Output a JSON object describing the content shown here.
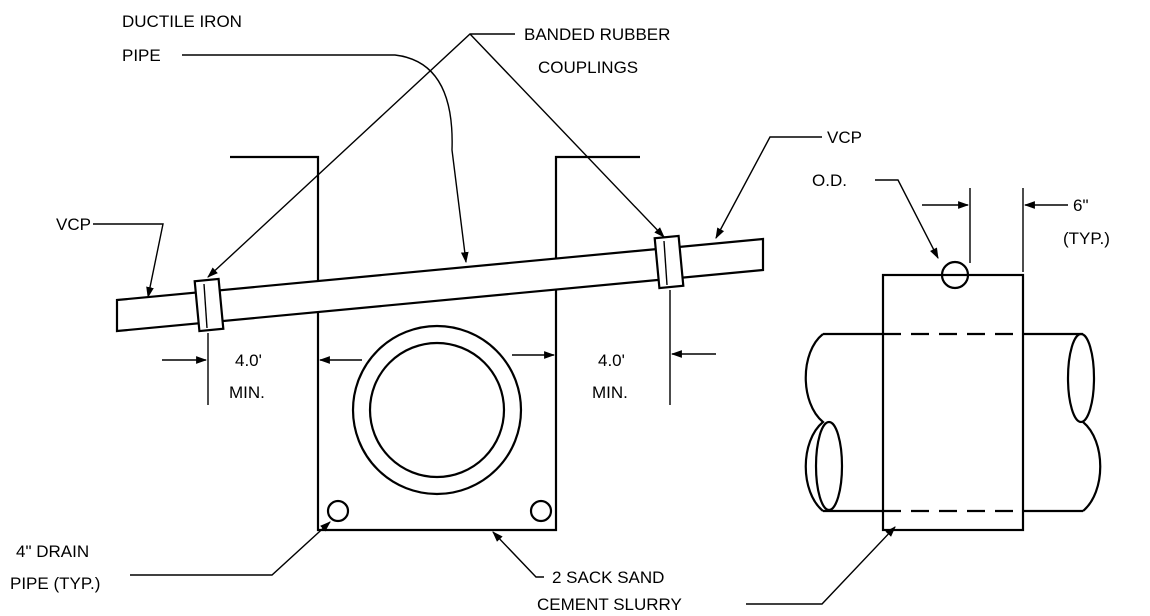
{
  "labels": {
    "ductile_iron_line1": "DUCTILE IRON",
    "ductile_iron_line2": "PIPE",
    "banded_line1": "BANDED RUBBER",
    "banded_line2": "COUPLINGS",
    "vcp_right": "VCP",
    "vcp_left": "VCP",
    "od": "O.D.",
    "six_in_line1": "6\"",
    "six_in_line2": "(TYP.)",
    "dim_left_line1": "4.0'",
    "dim_left_line2": "MIN.",
    "dim_right_line1": "4.0'",
    "dim_right_line2": "MIN.",
    "drain_line1": "4\" DRAIN",
    "drain_line2": "PIPE (TYP.)",
    "slurry_line1": "2 SACK SAND",
    "slurry_line2": "CEMENT SLURRY"
  }
}
